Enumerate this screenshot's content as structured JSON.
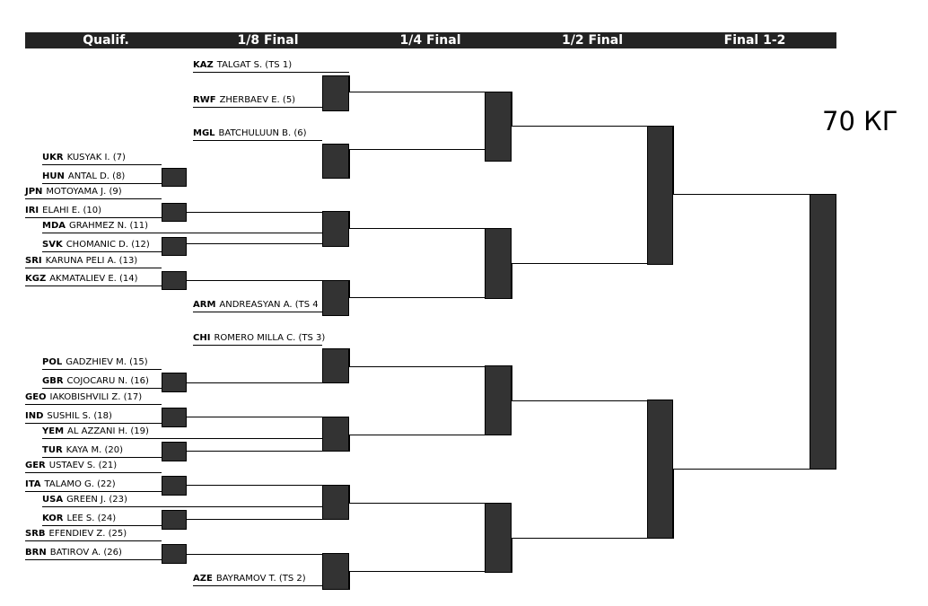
{
  "headers": {
    "qualif": "Qualif.",
    "r16": "1/8 Final",
    "quarter": "1/4 Final",
    "semi": "1/2 Final",
    "final": "Final 1-2"
  },
  "weight_label": "70 КГ",
  "entries": [
    {
      "code": "KAZ",
      "name": "TALGAT S. (TS 1)"
    },
    {
      "code": "RWF",
      "name": "ZHERBAEV E. (5)"
    },
    {
      "code": "MGL",
      "name": "BATCHULUUN B. (6)"
    },
    {
      "code": "UKR",
      "name": "KUSYAK I. (7)"
    },
    {
      "code": "HUN",
      "name": "ANTAL D. (8)"
    },
    {
      "code": "JPN",
      "name": "MOTOYAMA J. (9)"
    },
    {
      "code": "IRI",
      "name": "ELAHI E. (10)"
    },
    {
      "code": "MDA",
      "name": "GRAHMEZ N. (11)"
    },
    {
      "code": "SVK",
      "name": "CHOMANIC D. (12)"
    },
    {
      "code": "SRI",
      "name": "KARUNA PELI A. (13)"
    },
    {
      "code": "KGZ",
      "name": "AKMATALIEV E. (14)"
    },
    {
      "code": "ARM",
      "name": "ANDREASYAN A. (TS 4"
    },
    {
      "code": "CHI",
      "name": "ROMERO MILLA C. (TS 3)"
    },
    {
      "code": "POL",
      "name": "GADZHIEV M. (15)"
    },
    {
      "code": "GBR",
      "name": "COJOCARU N. (16)"
    },
    {
      "code": "GEO",
      "name": "IAKOBISHVILI Z. (17)"
    },
    {
      "code": "IND",
      "name": "SUSHIL S. (18)"
    },
    {
      "code": "YEM",
      "name": "AL AZZANI H. (19)"
    },
    {
      "code": "TUR",
      "name": "KAYA M. (20)"
    },
    {
      "code": "GER",
      "name": "USTAEV S. (21)"
    },
    {
      "code": "ITA",
      "name": "TALAMO G. (22)"
    },
    {
      "code": "USA",
      "name": "GREEN J. (23)"
    },
    {
      "code": "KOR",
      "name": "LEE S. (24)"
    },
    {
      "code": "SRB",
      "name": "EFENDIEV Z. (25)"
    },
    {
      "code": "BRN",
      "name": "BATIROV A. (26)"
    },
    {
      "code": "AZE",
      "name": "BAYRAMOV T. (TS 2)"
    }
  ]
}
